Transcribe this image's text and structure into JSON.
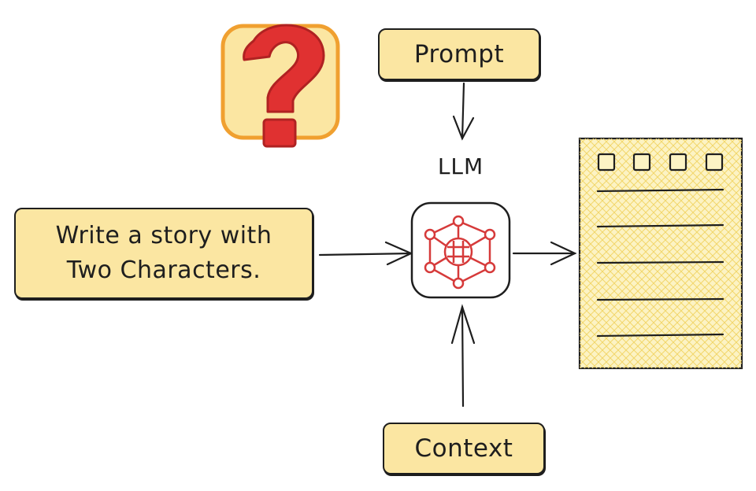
{
  "diagram": {
    "prompt_box": {
      "label": "Prompt"
    },
    "input_box": {
      "line1": "Write a story with",
      "line2": "Two Characters."
    },
    "context_box": {
      "label": "Context"
    },
    "llm_node": {
      "label": "LLM",
      "icon": "neural-network-icon"
    },
    "output_document": {
      "icon": "document-icon",
      "checkbox_count": 4,
      "line_count": 5
    },
    "question_mark": {
      "icon": "question-mark-icon"
    },
    "colors": {
      "box_fill": "#fbe6a2",
      "stroke": "#1e1e1e",
      "accent_red": "#e03131",
      "question_orange": "#f0a030",
      "document_fill": "#fcf3c4"
    }
  }
}
